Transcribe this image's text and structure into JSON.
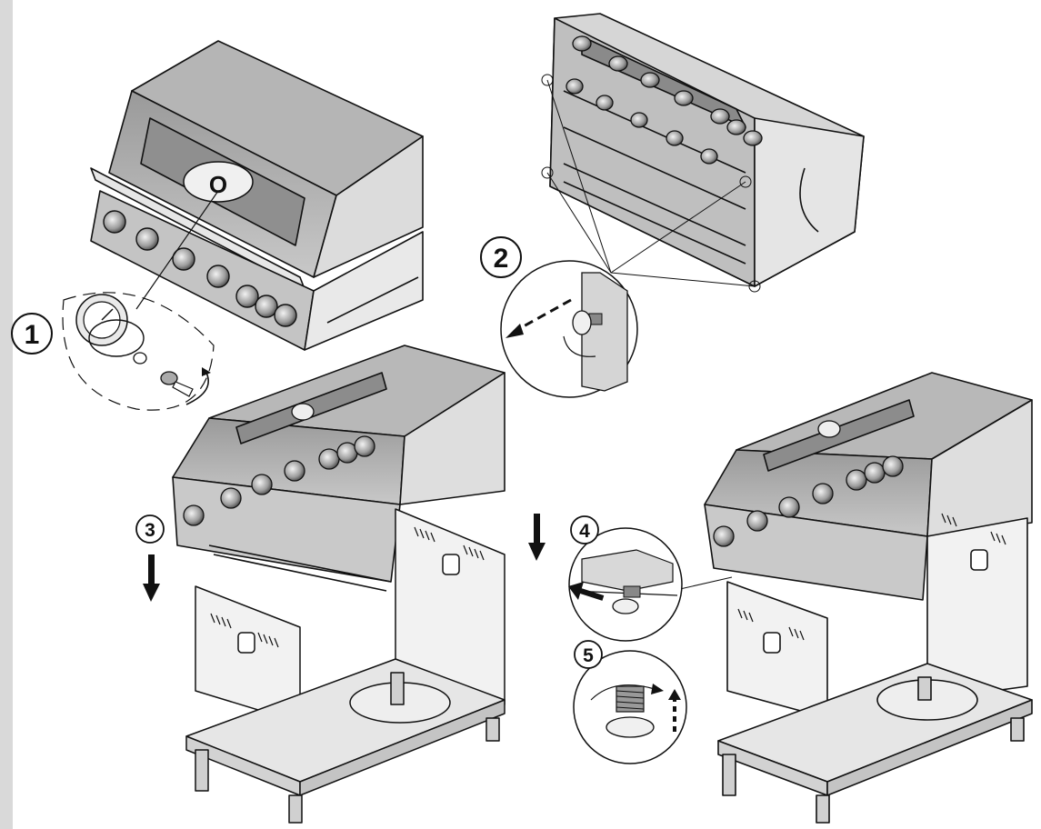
{
  "steps": [
    {
      "number": "1"
    },
    {
      "number": "2"
    },
    {
      "number": "3"
    },
    {
      "number": "4"
    },
    {
      "number": "5"
    }
  ],
  "gauge_label": "O",
  "icons": [
    "thermometer-gauge-icon",
    "screw-icon",
    "arrow-down-icon",
    "arrow-left-icon",
    "arrow-up-dashed-icon",
    "rotation-arrow-icon"
  ],
  "colors": {
    "line": "#111111",
    "fill_light": "#eeeeee",
    "fill_mid": "#bdbdbd",
    "fill_dark": "#8a8a8a",
    "background": "#ffffff",
    "margin_strip": "#d9d9d9"
  }
}
